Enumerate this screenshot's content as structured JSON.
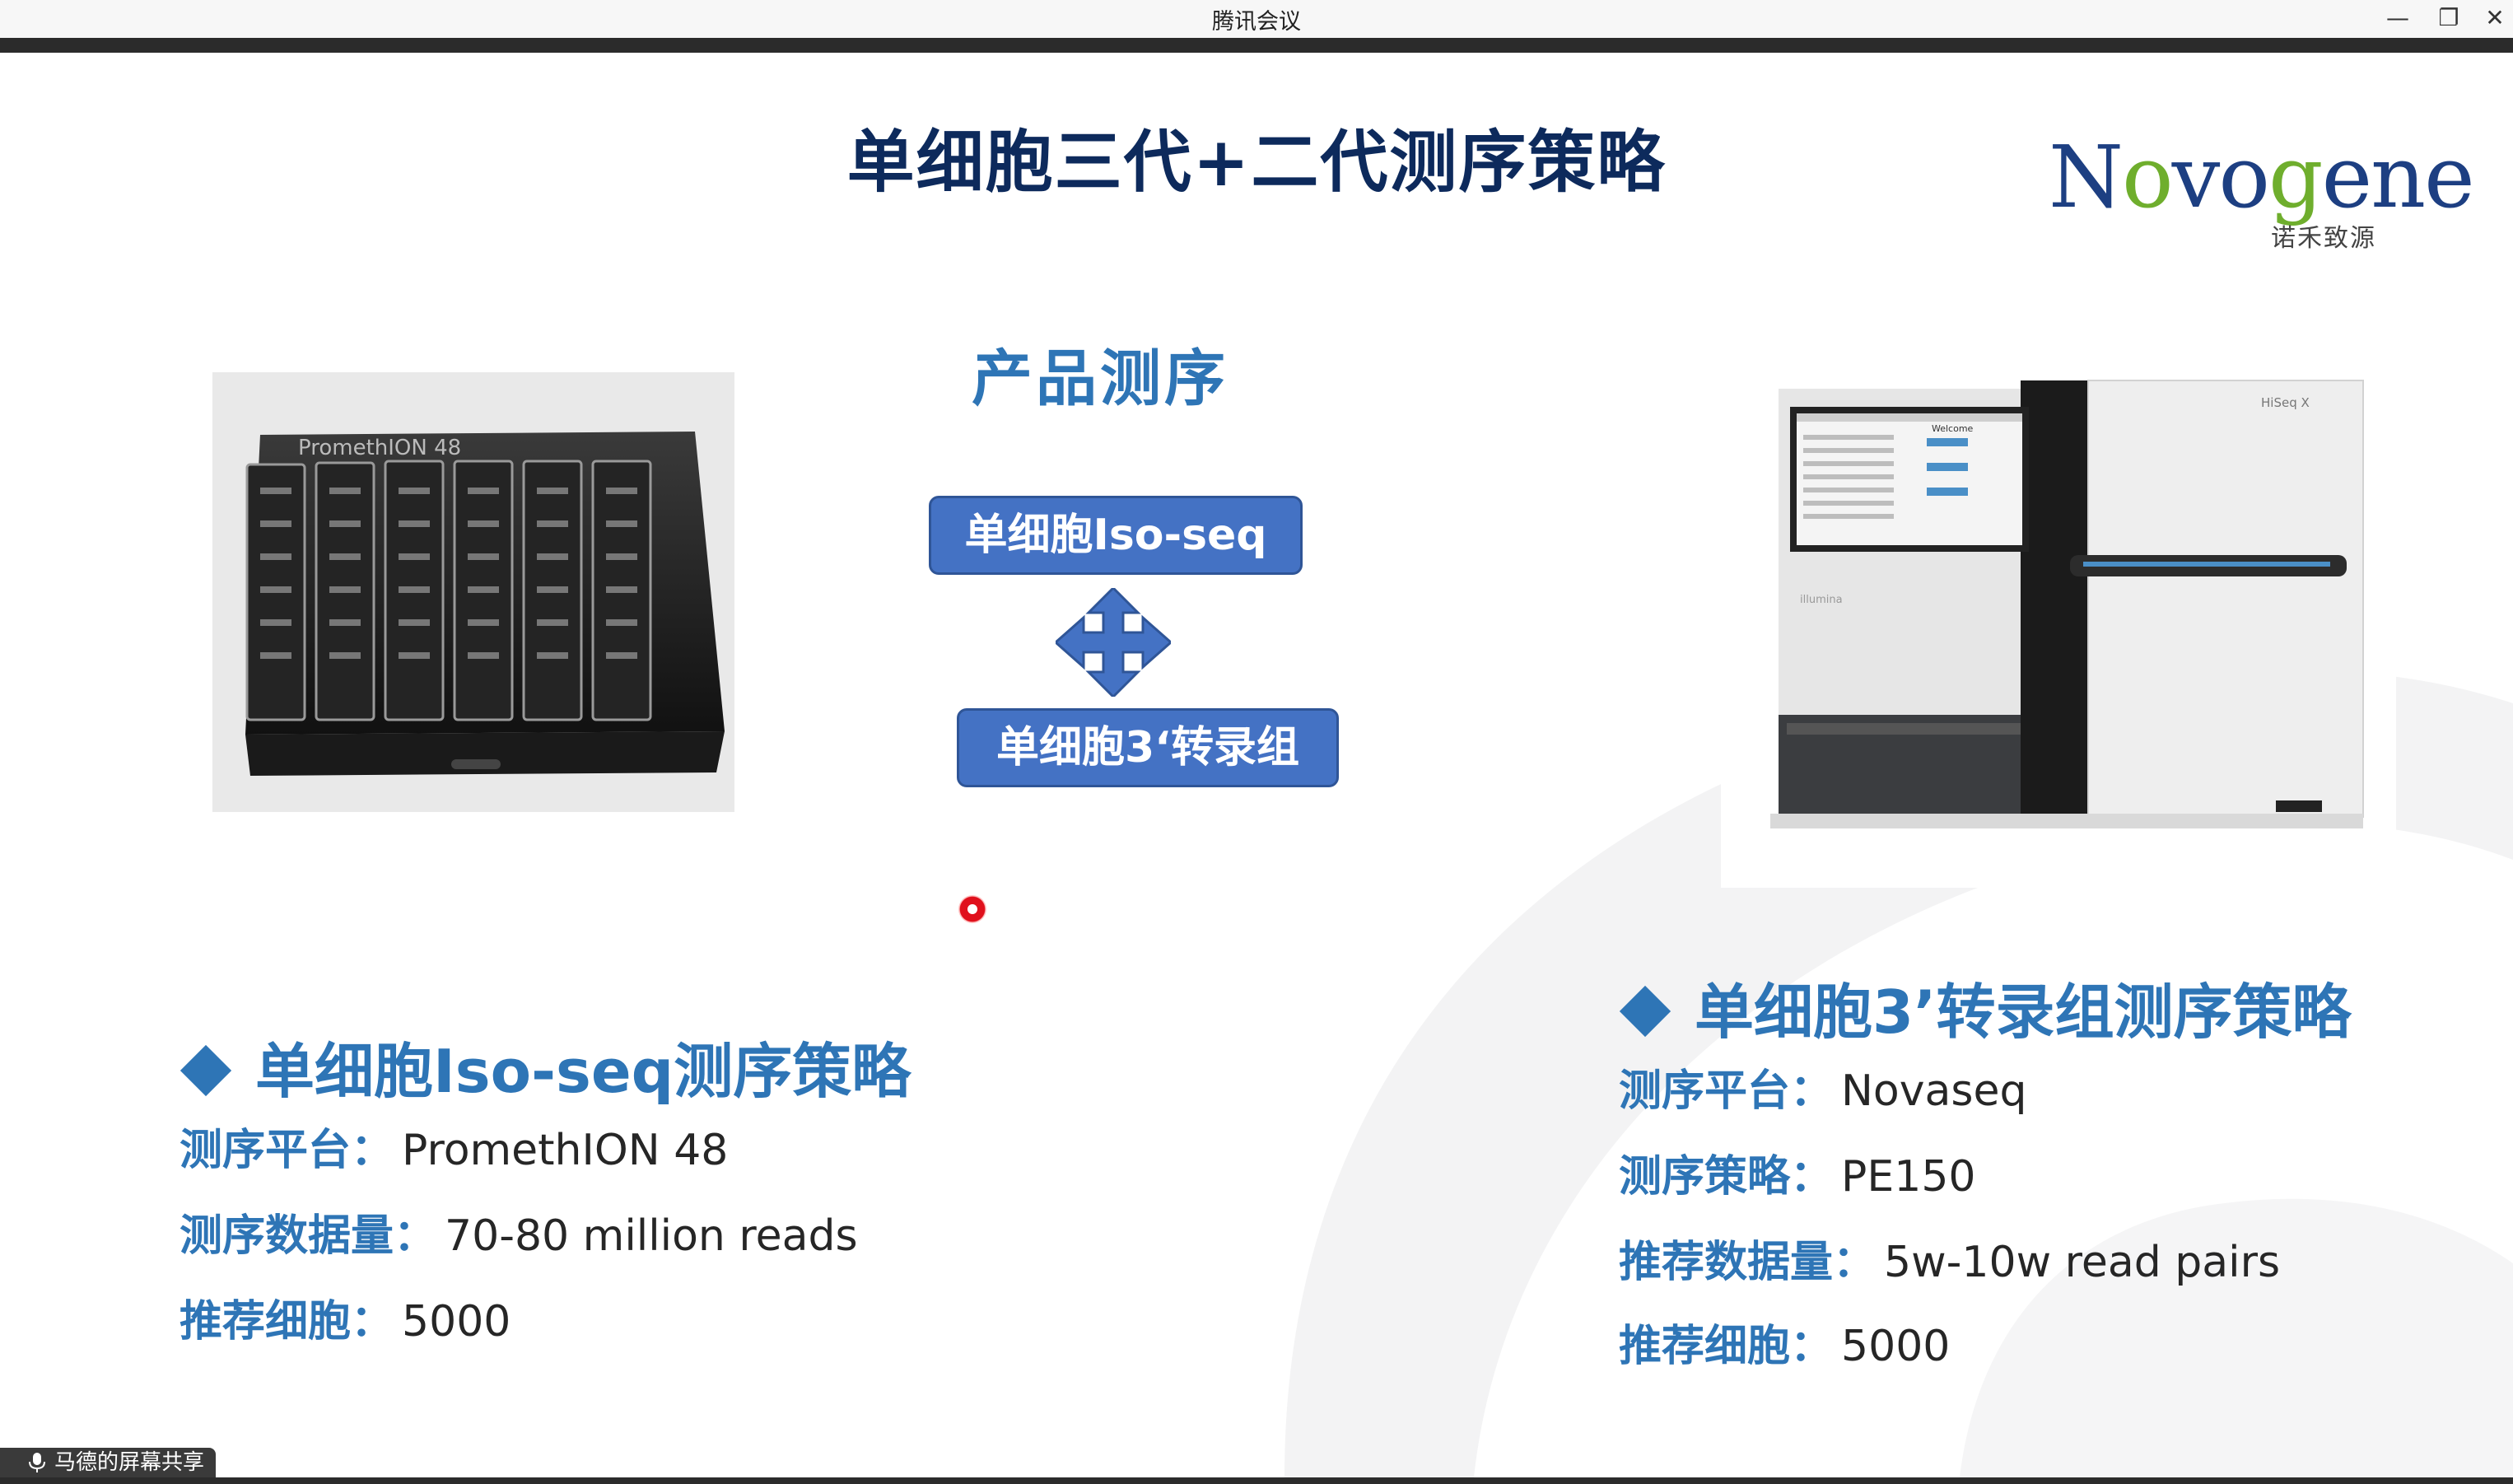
{
  "window": {
    "title": "腾讯会议",
    "minimize_glyph": "—",
    "restore_glyph": "❐",
    "close_glyph": "✕"
  },
  "slide": {
    "title": "单细胞三代+二代测序策略",
    "logo": {
      "word_prefix": "N",
      "word_o": "o",
      "word_mid": "vo",
      "word_g": "g",
      "word_end": "ene",
      "subtitle": "诺禾致源"
    },
    "section_label": "产品测序",
    "flow": {
      "box1": "单细胞Iso-seq",
      "box2": "单细胞3‘转录组",
      "arrow_icon": "move-arrows-icon"
    },
    "left": {
      "heading": "单细胞Iso-seq测序策略",
      "rows": [
        {
          "label": "测序平台",
          "sep": "：",
          "value": "PromethION 48"
        },
        {
          "label": "测序数据量",
          "sep": "：",
          "value": "70-80 million reads"
        },
        {
          "label": "推荐细胞",
          "sep": "：",
          "value": "5000"
        }
      ],
      "device_label": "PromethION 48"
    },
    "right": {
      "heading": "单细胞3’转录组测序策略",
      "rows": [
        {
          "label": "测序平台",
          "sep": "：",
          "value": "Novaseq"
        },
        {
          "label": "测序策略",
          "sep": "：",
          "value": "PE150"
        },
        {
          "label": "推荐数据量",
          "sep": "：",
          "value": "5w-10w read pairs"
        },
        {
          "label": "推荐细胞",
          "sep": "：",
          "value": "5000"
        }
      ],
      "device_label": "HiSeq X",
      "screen_header": "Welcome",
      "brand": "illumina"
    }
  },
  "share_tag": "马德的屏幕共享",
  "colors": {
    "accent": "#2e75b6",
    "title": "#0d2a5c",
    "box": "#4472c4",
    "logo_blue": "#1d3f82",
    "logo_green": "#6fae2d"
  }
}
